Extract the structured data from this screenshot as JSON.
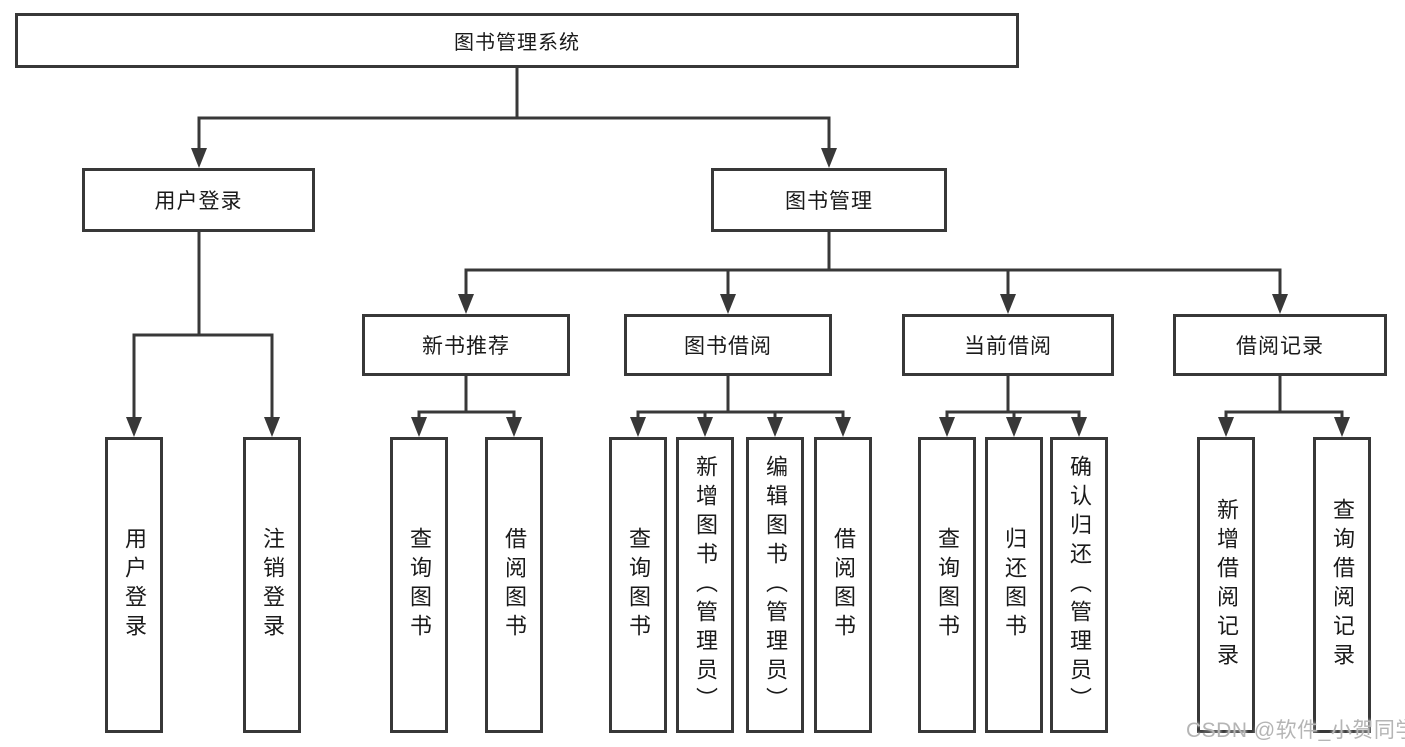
{
  "colors": {
    "line": "#383838",
    "box_fill": "#ffffff",
    "text": "#1a1a1a",
    "background": "#ffffff",
    "watermark": "#b5b5b5"
  },
  "watermark": "CSDN @软件_小贺同学",
  "diagram": {
    "root": {
      "label": "图书管理系统"
    },
    "branches": [
      {
        "label": "用户登录",
        "children": [
          {
            "label": "用户登录"
          },
          {
            "label": "注销登录"
          }
        ]
      },
      {
        "label": "图书管理",
        "children": [
          {
            "label": "新书推荐",
            "children": [
              {
                "label": "查询图书"
              },
              {
                "label": "借阅图书"
              }
            ]
          },
          {
            "label": "图书借阅",
            "children": [
              {
                "label": "查询图书"
              },
              {
                "label": "新增图书（管理员）"
              },
              {
                "label": "编辑图书（管理员）"
              },
              {
                "label": "借阅图书"
              }
            ]
          },
          {
            "label": "当前借阅",
            "children": [
              {
                "label": "查询图书"
              },
              {
                "label": "归还图书"
              },
              {
                "label": "确认归还（管理员）"
              }
            ]
          },
          {
            "label": "借阅记录",
            "children": [
              {
                "label": "新增借阅记录"
              },
              {
                "label": "查询借阅记录"
              }
            ]
          }
        ]
      }
    ]
  }
}
